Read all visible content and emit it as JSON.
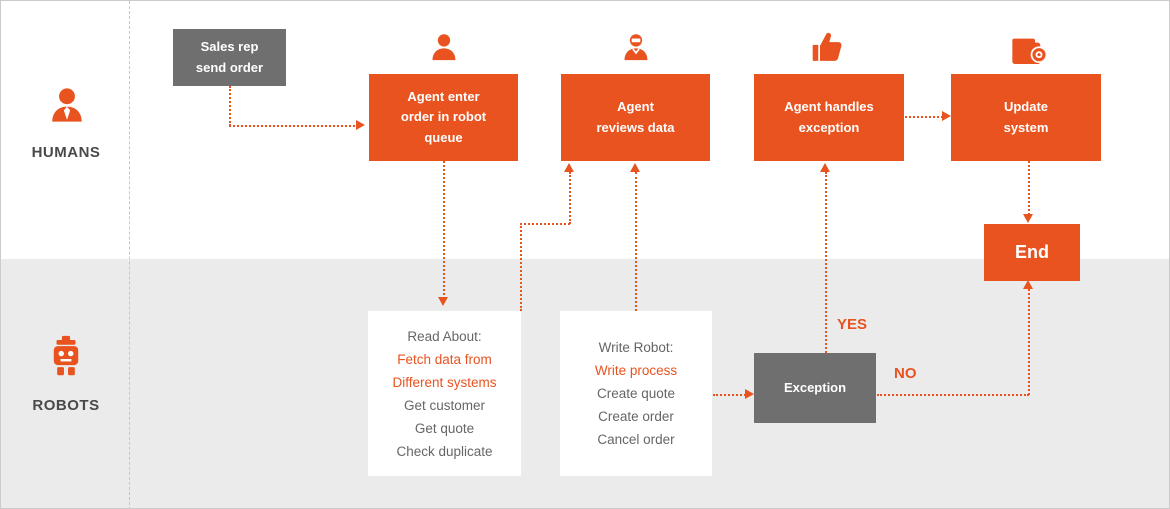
{
  "colors": {
    "accent_orange": "#e8531f",
    "box_gray": "#6f6f6f",
    "robots_lane_bg": "#ebebeb",
    "list_text_gray": "#666666",
    "lane_label_text": "#4a4a4a"
  },
  "lanes": {
    "humans": "HUMANS",
    "robots": "ROBOTS"
  },
  "icons": {
    "humans_lane": "person-with-tie-icon",
    "robots_lane": "robot-icon",
    "agent_queue": "person-icon",
    "agent_reviews": "person-icon",
    "agent_exception": "thumbs-up-icon",
    "update_system": "wallet-coin-icon"
  },
  "boxes": {
    "sales_rep": "Sales rep\nsend order",
    "agent_queue": "Agent enter\norder in robot\nqueue",
    "agent_reviews": "Agent\nreviews data",
    "agent_exception": "Agent handles\nexception",
    "update_system": "Update\nsystem",
    "end": "End",
    "read_about": {
      "title": "Read About:",
      "highlight": [
        "Fetch data from",
        "Different systems"
      ],
      "items": [
        "Get customer",
        "Get quote",
        "Check duplicate"
      ]
    },
    "write_robot": {
      "title": "Write Robot:",
      "highlight": [
        "Write process"
      ],
      "items": [
        "Create quote",
        "Create order",
        "Cancel order"
      ]
    },
    "exception": "Exception"
  },
  "labels": {
    "yes": "YES",
    "no": "NO"
  }
}
